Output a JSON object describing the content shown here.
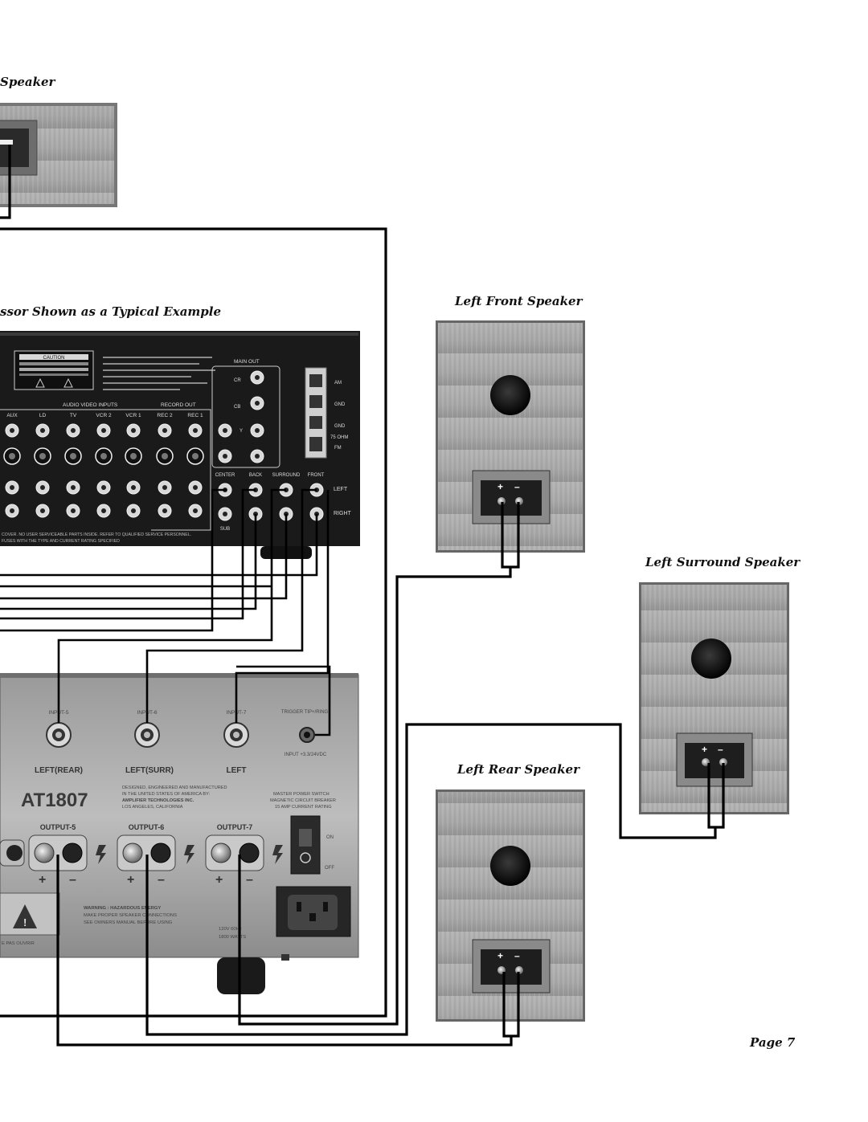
{
  "captions": {
    "center_speaker": "Speaker",
    "processor": "ssor Shown as a Typical Example",
    "left_front": "Left Front Speaker",
    "left_surround": "Left Surround Speaker",
    "left_rear": "Left Rear Speaker"
  },
  "page_number": "Page 7",
  "processor": {
    "caution_title": "CAUTION",
    "sections": {
      "audio_video_inputs": "AUDIO VIDEO INPUTS",
      "record_out": "RECORD OUT",
      "main_out": "MAIN OUT"
    },
    "input_labels": [
      "AUX",
      "LD",
      "TV",
      "VCR 2",
      "VCR 1"
    ],
    "record_labels": [
      "REC 2",
      "REC 1"
    ],
    "main_out_labels": [
      "CR",
      "CB",
      "Y"
    ],
    "output_labels": [
      "CENTER",
      "BACK",
      "SURROUND",
      "FRONT"
    ],
    "row_labels": {
      "left": "LEFT",
      "right": "RIGHT",
      "sub": "SUB"
    },
    "antenna_labels": [
      "AM",
      "GND",
      "GND",
      "75 OHM",
      "FM"
    ],
    "footer_lines": [
      "COVER. NO USER SERVICEABLE PARTS INSIDE. REFER TO QUALIFIED SERVICE PERSONNEL.",
      "FUSES WITH THE TYPE AND CURRENT RATING SPECIFIED"
    ]
  },
  "amplifier": {
    "model": "AT1807",
    "inputs": [
      "INPUT-5",
      "INPUT-6",
      "INPUT-7"
    ],
    "channels": [
      "LEFT(REAR)",
      "LEFT(SURR)",
      "LEFT"
    ],
    "outputs": [
      "OUTPUT-5",
      "OUTPUT-6",
      "OUTPUT-7"
    ],
    "trigger": "TRIGGER TIP+/RING-",
    "trigger_input": "INPUT +3.3/24VDC",
    "maker_lines": [
      "DESIGNED, ENGINEERED AND MANUFACTURED",
      "IN THE UNITED STATES OF AMERICA BY:",
      "AMPLIFIER TECHNOLOGIES INC.",
      "LOS ANGELES, CALIFORNIA"
    ],
    "switch_lines": [
      "MASTER POWER SWITCH",
      "MAGNETIC CIRCUIT BREAKER",
      "15 AMP CURRENT RATING"
    ],
    "switch_on": "ON",
    "switch_off": "OFF",
    "warning_lines": [
      "WARNING : HAZARDOUS ENERGY",
      "MAKE PROPER SPEAKER CONNECTIONS",
      "SEE OWNERS MANUAL BEFORE USING"
    ],
    "power_lines": [
      "120V 60Hz",
      "1800 WATTS"
    ],
    "fuse_note": "E PAS OUVRIR"
  }
}
